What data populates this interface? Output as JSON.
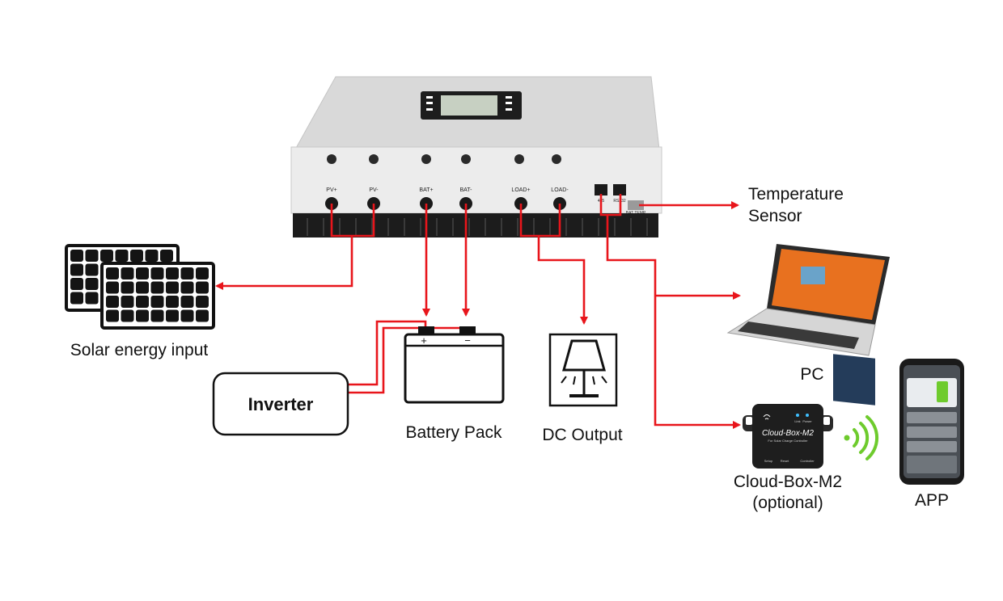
{
  "controller": {
    "terminals": [
      "PV+",
      "PV-",
      "BAT+",
      "BAT-",
      "LOAD+",
      "LOAD-"
    ],
    "comm_labels": [
      "485",
      "RS232",
      "BAT TEMP"
    ]
  },
  "labels": {
    "temperature_sensor_line1": "Temperature",
    "temperature_sensor_line2": "Sensor",
    "solar": "Solar energy input",
    "inverter": "Inverter",
    "battery": "Battery Pack",
    "dc_output": "DC Output",
    "pc": "PC",
    "cloudbox_line1": "Cloud-Box-M2",
    "cloudbox_line2": "(optional)",
    "app": "APP",
    "battery_plus": "+",
    "battery_minus": "−"
  },
  "device": {
    "cloudbox_name": "Cloud-Box-M2",
    "cloudbox_sub": "For Solar Charge Controller",
    "cloudbox_leds": [
      "Link",
      "Power"
    ],
    "cloudbox_ports": [
      "Setup",
      "Reset",
      "Controller"
    ]
  },
  "colors": {
    "wire": "#e8151b",
    "panel_cell": "#1a1a1a",
    "controller_body": "#e4e4e4",
    "controller_dark": "#1c1c1c"
  }
}
